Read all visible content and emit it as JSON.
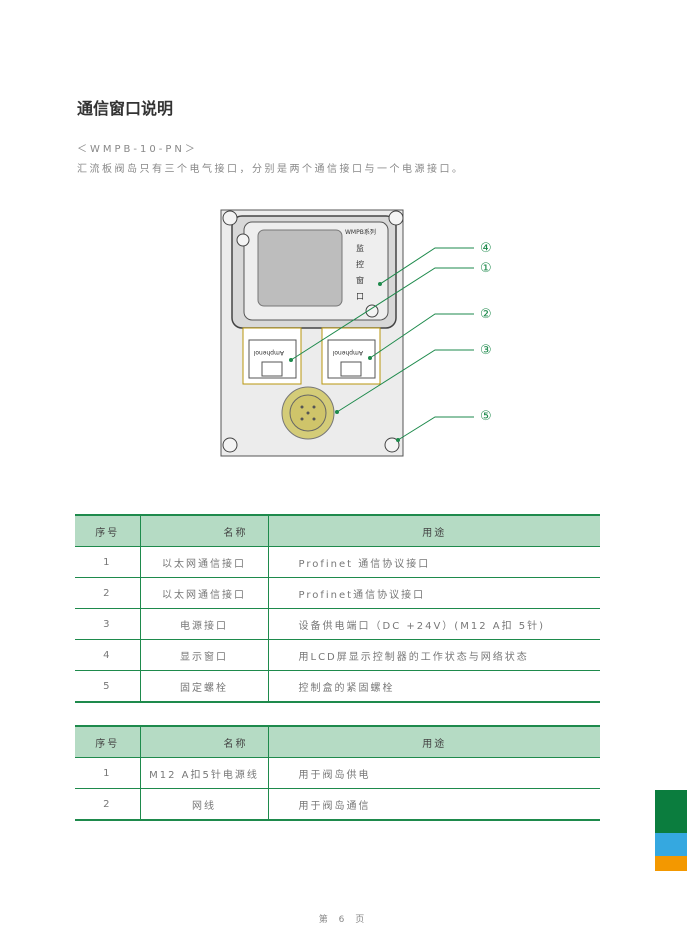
{
  "title": "通信窗口说明",
  "model": "＜WMPB-10-PN＞",
  "intro": "汇流板阀岛只有三个电气接口，分别是两个通信接口与一个电源接口。",
  "figure": {
    "device_label": "WMPB系列",
    "window_label": "监控窗口",
    "port_brand": "Amphenol",
    "callouts": [
      "④",
      "①",
      "②",
      "③",
      "⑤"
    ]
  },
  "table1": {
    "headers": [
      "序号",
      "名称",
      "用途"
    ],
    "rows": [
      [
        "1",
        "以太网通信接口",
        "Profinet 通信协议接口"
      ],
      [
        "2",
        "以太网通信接口",
        "Profinet通信协议接口"
      ],
      [
        "3",
        "电源接口",
        "设备供电端口（DC +24V）(M12 A扣 5针)"
      ],
      [
        "4",
        "显示窗口",
        "用LCD屏显示控制器的工作状态与网络状态"
      ],
      [
        "5",
        "固定螺栓",
        "控制盒的紧固螺栓"
      ]
    ]
  },
  "table2": {
    "headers": [
      "序号",
      "名称",
      "用途"
    ],
    "rows": [
      [
        "1",
        "M12 A扣5针电源线",
        "用于阀岛供电"
      ],
      [
        "2",
        "网线",
        "用于阀岛通信"
      ]
    ]
  },
  "page": "第 6 页",
  "colors": {
    "green": "#1e8a4c",
    "header": "#b5dbc4",
    "tab_green": "#0b7d3e",
    "tab_blue": "#35a8e0",
    "tab_orange": "#f39800"
  }
}
